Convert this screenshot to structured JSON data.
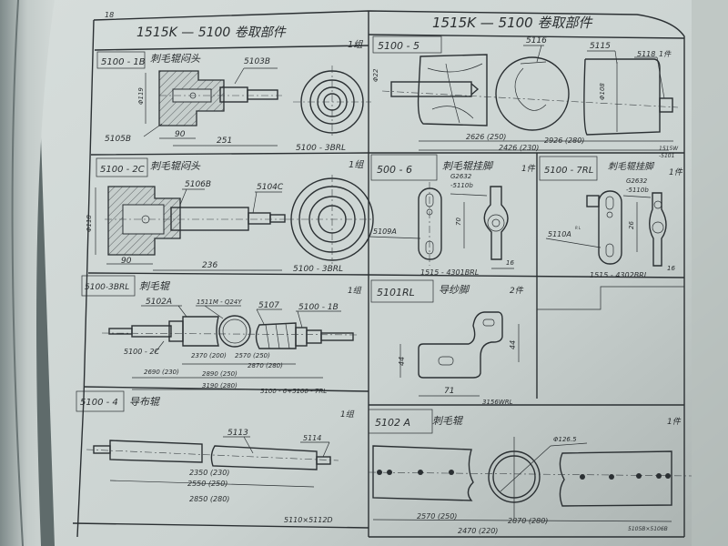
{
  "page_number": "18",
  "titles": {
    "left": "1515K — 5100 卷取部件",
    "right": "1515K — 5100 卷取部件"
  },
  "panels": {
    "p1b": {
      "code": "5100 - 1B",
      "name": "刺毛辊闷头",
      "qty": "1组",
      "labels": {
        "a": "5103B",
        "b": "5105B",
        "c": "Φ119",
        "d": "90",
        "e": "251",
        "f": "5100 - 3BRL"
      }
    },
    "p5": {
      "code": "5100 - 5",
      "labels": {
        "a": "5116",
        "b": "5115",
        "c": "5118",
        "c2": "1件",
        "d": "Φ22",
        "e": "Φ108",
        "f": "2626 (250)",
        "g": "2926 (280)",
        "h": "2426 (230)",
        "i": "1515W",
        "j": "-5101"
      }
    },
    "p2c": {
      "code": "5100 - 2C",
      "name": "刺毛辊闷头",
      "qty": "1组",
      "labels": {
        "a": "5106B",
        "b": "5104C",
        "c": "Φ118",
        "d": "90",
        "e": "236",
        "f": "5100 - 3BRL"
      }
    },
    "p6": {
      "code": "500 - 6",
      "name": "刺毛辊挂脚",
      "qty": "1件",
      "labels": {
        "a": "G2632",
        "b": "-5110b",
        "c": "5109A",
        "d": "70",
        "e": "16",
        "f": "1515 - 4301BRL"
      }
    },
    "p7rl": {
      "code": "5100 - 7RL",
      "name": "刺毛辊挂脚",
      "qty": "1件",
      "labels": {
        "a": "G2632",
        "b": "-5110b",
        "c": "5110A",
        "c2": "R L",
        "d": "26",
        "e": "16",
        "f": "1515 - 4302BRL"
      }
    },
    "p3brl": {
      "code": "5100-3BRL",
      "name": "刺毛辊",
      "qty": "1组",
      "labels": {
        "a": "5102A",
        "b": "1511M - Q24Y",
        "c": "5107",
        "d": "5100 - 1B",
        "e": "5100 - 2C",
        "f": "2370 (200)",
        "g": "2570 (250)",
        "h": "2870 (280)",
        "i": "2690 (230)",
        "j": "2890 (250)",
        "k": "3190 (280)",
        "l": "5100 - 6+5100 - 7RL"
      }
    },
    "p101": {
      "code": "5101RL",
      "name": "导纱脚",
      "qty": "2件",
      "labels": {
        "a": "44",
        "b": "44",
        "c": "71",
        "d": "3156WRL"
      }
    },
    "p4": {
      "code": "5100 - 4",
      "name": "导布辊",
      "qty": "1组",
      "labels": {
        "a": "5113",
        "b": "5114",
        "c": "2350 (230)",
        "d": "2550 (250)",
        "e": "2850 (280)",
        "f": "5110×5112D"
      }
    },
    "p102a": {
      "code": "5102 A",
      "name": "刺毛辊",
      "qty": "1件",
      "labels": {
        "a": "Φ126.5",
        "b": "2570 (250)",
        "c": "2870 (280)",
        "d": "2470 (220)",
        "e": "5105B×5106B"
      }
    }
  },
  "colors": {
    "paper": "#cdd5d3",
    "ink": "#2b3033",
    "background": "#5f6b6b"
  }
}
